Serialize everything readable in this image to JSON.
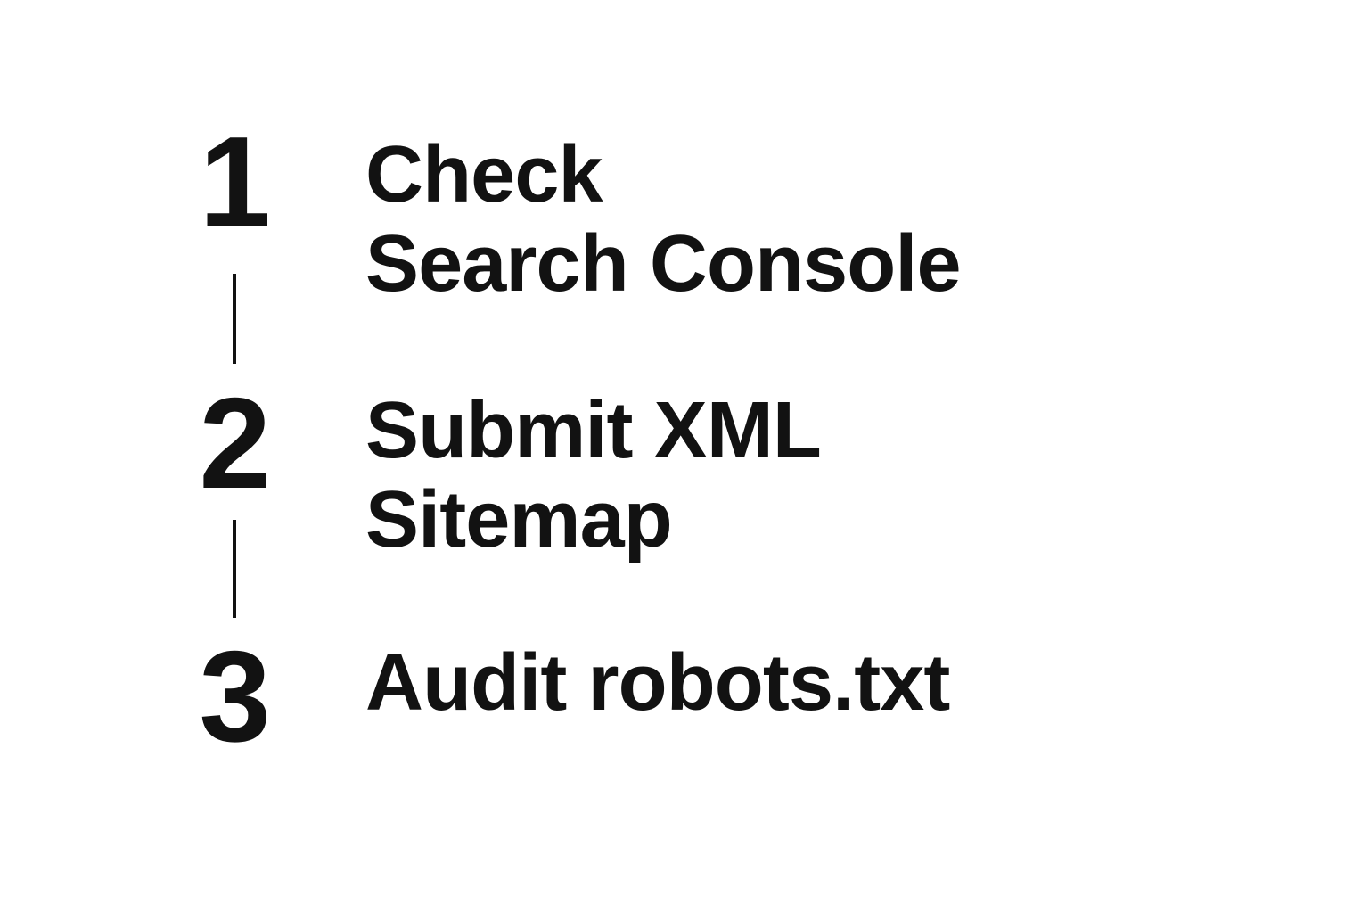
{
  "page": {
    "background_color": "#ffffff",
    "text_color": "#121212"
  },
  "steps": [
    {
      "number": "1",
      "lines": [
        "Check",
        "Search Console"
      ],
      "full_label": "Check Search Console"
    },
    {
      "number": "2",
      "lines": [
        "Submit XML",
        "Sitemap"
      ],
      "full_label": "Submit XML Sitemap"
    },
    {
      "number": "3",
      "lines": [
        "Audit robots.txt"
      ],
      "full_label": "Audit robots.txt"
    }
  ]
}
